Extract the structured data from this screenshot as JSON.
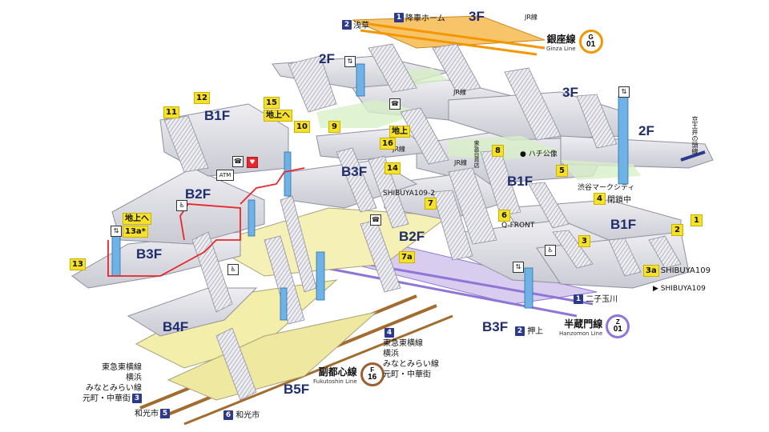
{
  "floors": {
    "f3_top": "3F",
    "f3_right": "3F",
    "f2_left": "2F",
    "f2_right": "2F",
    "b1f_left": "B1F",
    "b1f_mid": "B1F",
    "b1f_right": "B1F",
    "b2f_left": "B2F",
    "b2f_mid": "B2F",
    "b3f_left": "B3F",
    "b3f_center": "B3F",
    "b3f_bottom": "B3F",
    "b4f": "B4F",
    "b5f": "B5F"
  },
  "lines": {
    "ginza": {
      "jp": "銀座線",
      "en": "Ginza Line",
      "letter": "G",
      "num": "01",
      "color": "#f39700"
    },
    "hanzomon": {
      "jp": "半蔵門線",
      "en": "Hanzomon Line",
      "letter": "Z",
      "num": "01",
      "color": "#8f76d6"
    },
    "fukutoshin": {
      "jp": "副都心線",
      "en": "Fukutoshin Line",
      "letter": "F",
      "num": "16",
      "color": "#9c5e31"
    }
  },
  "platform_labels": {
    "p1_num": "1",
    "p1_text": "降車ホーム",
    "p2_num": "2",
    "p2_text": "浅草",
    "jr_top": "JR線",
    "jr_mid": "JR線",
    "jr_mid2": "JR線",
    "jr_left": "JR線"
  },
  "exits": {
    "e1": "1",
    "e2": "2",
    "e3": "3",
    "e3a": "3a",
    "e3a_text": "SHIBUYA109",
    "e3_text": "SHIBUYA109",
    "e4": "4",
    "e4_text": "閉鎖中",
    "e5": "5",
    "e6": "6",
    "e6_text": "Q-FRONT",
    "e7": "7",
    "e7_text": "SHIBUYA109-2",
    "e7a": "7a",
    "e8": "8",
    "e9": "9",
    "e10": "10",
    "e11": "11",
    "e12": "12",
    "e13": "13",
    "e13a": "13a*",
    "e13a_text": "地上へ",
    "e14": "14",
    "e15": "15",
    "e15_text": "地上へ",
    "e16": "16",
    "chijou": "地上"
  },
  "places": {
    "hachiko": "ハチ公像",
    "mark_city": "渋谷マークシティ",
    "inokashira": "京王井の頭線",
    "tokyu": "東急百貨店"
  },
  "directions": {
    "hanzomon_1_num": "1",
    "hanzomon_1": "二子玉川",
    "hanzomon_2_num": "2",
    "hanzomon_2": "押上",
    "f4_num": "4",
    "f4_lines": [
      "東急東横線",
      "横浜",
      "みなとみらい線",
      "元町・中華街"
    ],
    "f3_num": "3",
    "f3_lines": [
      "東急東横線",
      "横浜",
      "みなとみらい線",
      "元町・中華街"
    ],
    "f5_num": "5",
    "f5": "和光市",
    "f6_num": "6",
    "f6": "和光市"
  },
  "icons": {
    "atm": "ATM",
    "toilet": "♿",
    "phone": "☎",
    "elevator": "⇅",
    "aed": "♥"
  }
}
